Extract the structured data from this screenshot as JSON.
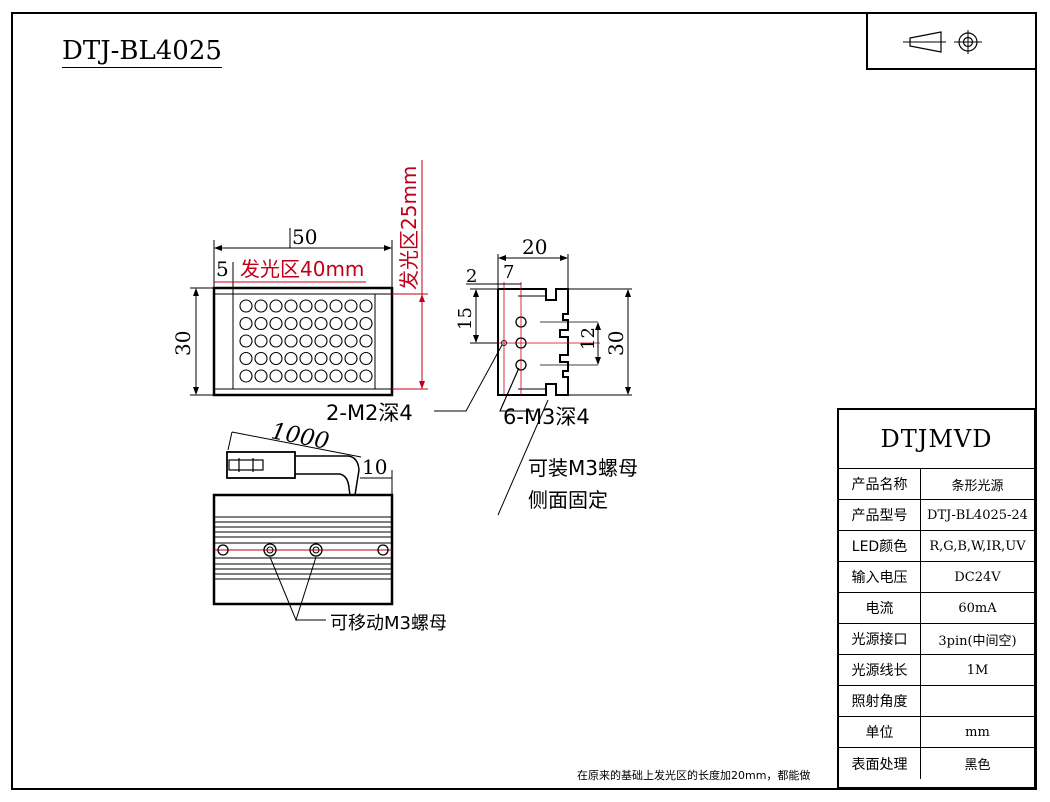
{
  "drawing": {
    "model": "DTJ-BL4025",
    "footnote": "在原来的基础上发光区的长度加20mm，都能做"
  },
  "front_view": {
    "dim_width": "50",
    "dim_margin": "5",
    "dim_emit_length": "发光区40mm",
    "dim_emit_width": "发光区25mm",
    "dim_height": "30"
  },
  "side_view": {
    "dim_width": "20",
    "dim_7": "7",
    "dim_2": "2",
    "dim_15": "15",
    "dim_12": "12",
    "dim_30": "30",
    "callout_m2": "2-M2深4",
    "callout_m3": "6-M3深4",
    "note_line1": "可装M3螺母",
    "note_line2": "侧面固定"
  },
  "bottom_view": {
    "cable_length": "1000",
    "dim_10": "10",
    "note_nut": "可移动M3螺母"
  },
  "title_block": {
    "company": "DTJMVD",
    "rows": [
      {
        "key": "产品名称",
        "value": "条形光源"
      },
      {
        "key": "产品型号",
        "value": "DTJ-BL4025-24"
      },
      {
        "key": "LED颜色",
        "value": "R,G,B,W,IR,UV"
      },
      {
        "key": "输入电压",
        "value": "DC24V"
      },
      {
        "key": "电流",
        "value": "60mA"
      },
      {
        "key": "光源接口",
        "value": "3pin(中间空)"
      },
      {
        "key": "光源线长",
        "value": "1M"
      },
      {
        "key": "照射角度",
        "value": ""
      },
      {
        "key": "单位",
        "value": "mm"
      },
      {
        "key": "表面处理",
        "value": "黑色"
      }
    ]
  }
}
